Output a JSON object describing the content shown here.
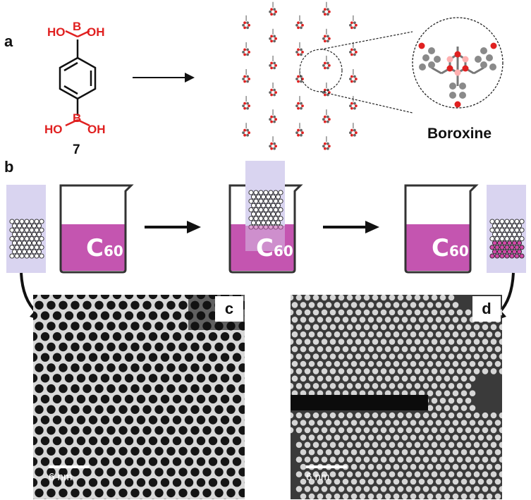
{
  "panels": {
    "a": "a",
    "b": "b",
    "c": "c",
    "d": "d"
  },
  "molecule": {
    "ho_top": "HO",
    "b_top": "B",
    "oh_top": "OH",
    "ho_bottom": "HO",
    "b_bottom": "B",
    "oh_bottom": "OH",
    "number": "7"
  },
  "boroxine_label": "Boroxine",
  "c60_label": "C",
  "c60_sub": "60",
  "scale": {
    "c": "6 nm",
    "d": "6 nm"
  },
  "colors": {
    "boron_red": "#e02020",
    "liquid": "#c455b0",
    "substrate": "#d9d4f0"
  }
}
